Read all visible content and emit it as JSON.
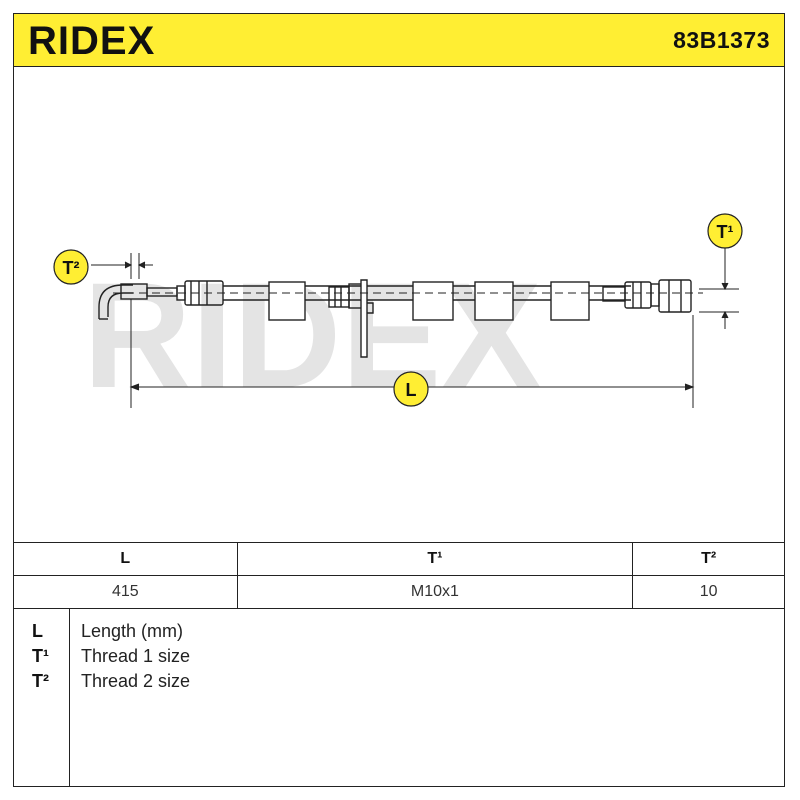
{
  "header": {
    "brand": "RIDEX",
    "part_number": "83B1373",
    "background": "#ffee33"
  },
  "drawing": {
    "watermark": "RIDEX",
    "labels": {
      "t2": "T²",
      "t1": "T¹",
      "length": "L"
    },
    "badge_color": "#ffee33"
  },
  "specs": {
    "headers": [
      "L",
      "T¹",
      "T²"
    ],
    "values": [
      "415",
      "M10x1",
      "10"
    ]
  },
  "legend": {
    "items": [
      {
        "symbol": "L",
        "text": "Length (mm)"
      },
      {
        "symbol": "T¹",
        "text": "Thread 1 size"
      },
      {
        "symbol": "T²",
        "text": "Thread 2 size"
      }
    ]
  }
}
